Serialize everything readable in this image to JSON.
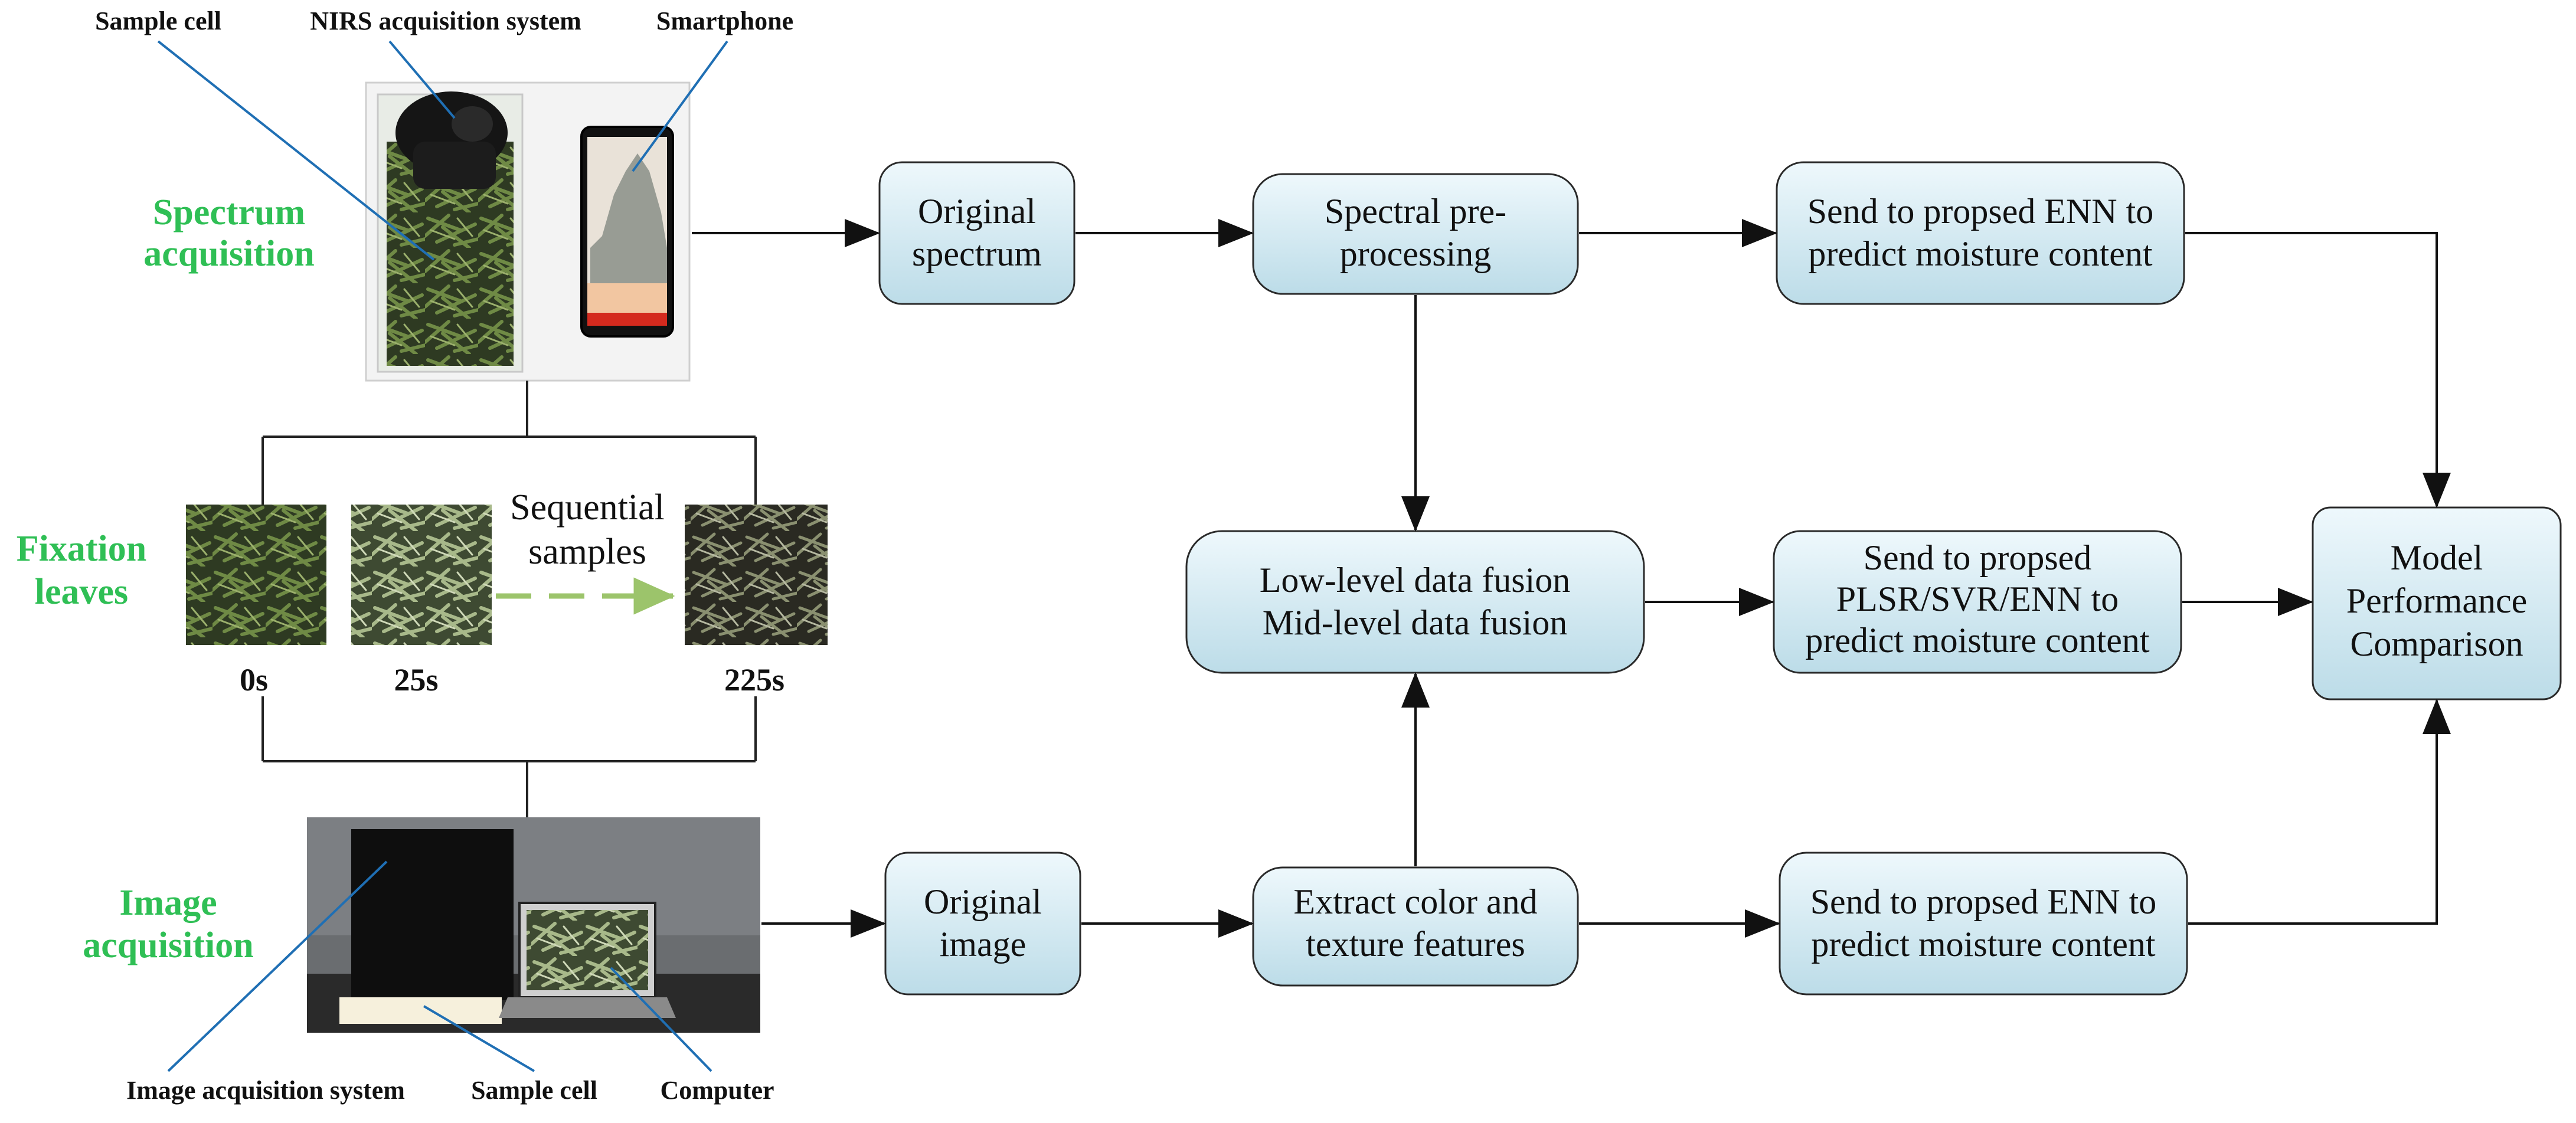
{
  "diagram": {
    "labels": {
      "sample_cell_top": "Sample cell",
      "nirs_system": "NIRS acquisition system",
      "smartphone": "Smartphone",
      "image_acq_system": "Image acquisition system",
      "sample_cell_bottom": "Sample cell",
      "computer": "Computer"
    },
    "sections": {
      "spectrum": [
        "Spectrum",
        "acquisition"
      ],
      "fixation": [
        "Fixation",
        "leaves"
      ],
      "image": [
        "Image",
        "acquisition"
      ]
    },
    "sequential": [
      "Sequential",
      "samples"
    ],
    "times": [
      "0s",
      "25s",
      "225s"
    ],
    "boxes": {
      "original_spectrum": [
        "Original",
        "spectrum"
      ],
      "spectral_preprocessing": [
        "Spectral pre-",
        "processing"
      ],
      "enn_spectrum": [
        "Send to propsed ENN to",
        "predict  moisture content"
      ],
      "fusion": [
        "Low-level data fusion",
        "Mid-level data fusion"
      ],
      "fusion_models": [
        "Send to propsed",
        "PLSR/SVR/ENN to",
        "predict  moisture content"
      ],
      "model_comparison": [
        "Model",
        "Performance",
        "Comparison"
      ],
      "original_image": [
        "Original",
        "image"
      ],
      "extract_features": [
        "Extract color and",
        "texture features"
      ],
      "enn_image": [
        "Send to propsed ENN to",
        "predict  moisture content"
      ]
    },
    "colors": {
      "section_label": "#2fbf55",
      "box_fill_top": "#eef8fc",
      "box_fill_bottom": "#bcdce8",
      "callout_line": "#1f6fb4",
      "sequence_arrow": "#9cc46b"
    },
    "icons": {
      "spectrum_photo": "nirs-device-photo",
      "leaf_samples": "tea-leaf-photo",
      "imaging_photo": "imaging-box-photo"
    }
  }
}
